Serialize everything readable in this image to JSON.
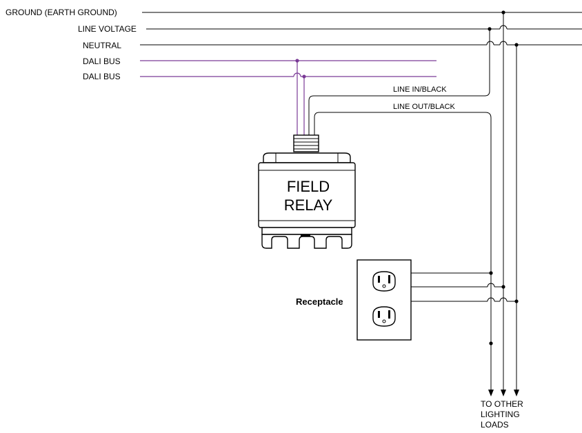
{
  "labels": {
    "ground": "GROUND (EARTH GROUND)",
    "line_voltage": "LINE VOLTAGE",
    "neutral": "NEUTRAL",
    "dali_bus_1": "DALI BUS",
    "dali_bus_2": "DALI BUS",
    "line_in": "LINE IN/BLACK",
    "line_out": "LINE OUT/BLACK",
    "relay_line1": "FIELD",
    "relay_line2": "RELAY",
    "receptacle": "Receptacle",
    "loads_line1": "TO OTHER",
    "loads_line2": "LIGHTING",
    "loads_line3": "LOADS"
  },
  "colors": {
    "wire": "#000000",
    "dali_bus": "#7a3a96"
  }
}
